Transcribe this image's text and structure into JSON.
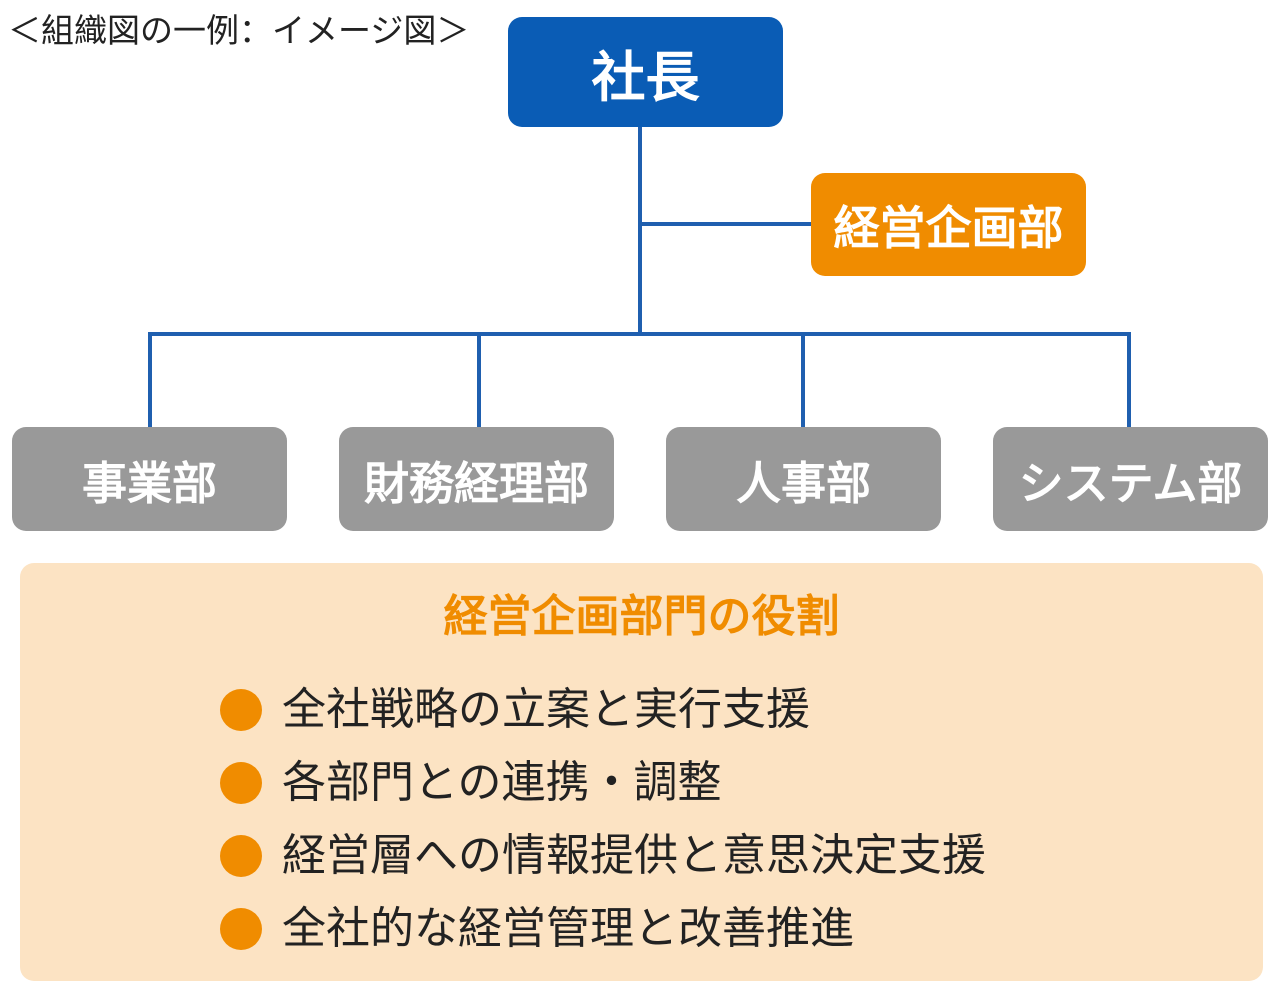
{
  "caption": "＜組織図の一例：イメージ図＞",
  "colors": {
    "ceo_blue": "#0A5CB5",
    "planning_orange": "#F08C00",
    "dept_gray": "#999999",
    "connector_blue": "#1F5FAF",
    "panel_bg": "#FCE3C3",
    "role_title_orange": "#F08C00",
    "bullet_orange": "#F08C00"
  },
  "org": {
    "ceo": "社長",
    "planning": "経営企画部",
    "departments": [
      "事業部",
      "財務経理部",
      "人事部",
      "システム部"
    ]
  },
  "roles": {
    "title": "経営企画部門の役割",
    "items": [
      "全社戦略の立案と実行支援",
      "各部門との連携・調整",
      "経営層への情報提供と意思決定支援",
      "全社的な経営管理と改善推進"
    ]
  }
}
